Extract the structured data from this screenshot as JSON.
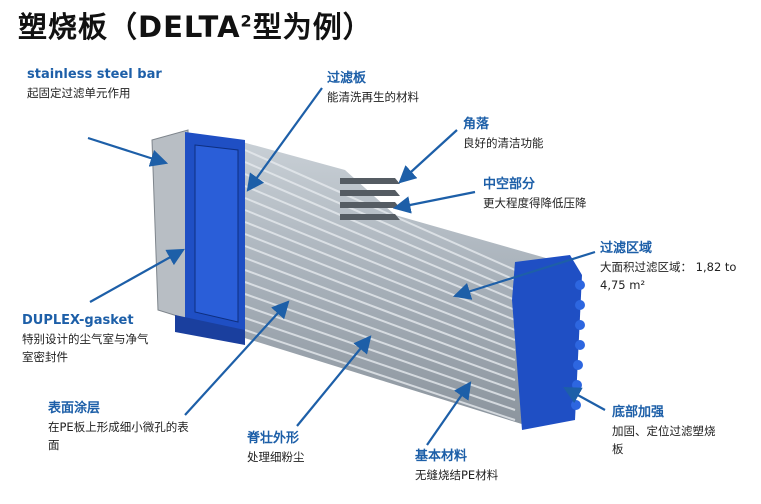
{
  "title": {
    "main": "塑烧板（DELTA",
    "sup": "2",
    "tail": "型为例）"
  },
  "colors": {
    "accent": "#1d5fa8",
    "frame_blue": "#1f4fc4",
    "metal": "#a9b2bb"
  },
  "labels": {
    "steel_bar": {
      "heading": "stainless steel bar",
      "lines": [
        "起固定过滤单元作用"
      ]
    },
    "filter_plate": {
      "heading": "过滤板",
      "lines": [
        "能清洗再生的材料"
      ]
    },
    "corner": {
      "heading": "角落",
      "lines": [
        "良好的清洁功能"
      ]
    },
    "hollow": {
      "heading": "中空部分",
      "lines": [
        "更大程度得降低压降"
      ]
    },
    "filter_area": {
      "heading": "过滤区域",
      "lines": [
        "大面积过滤区域： 1,82 to",
        "4,75 m²"
      ]
    },
    "gasket": {
      "heading": "DUPLEX-gasket",
      "lines": [
        "特别设计的尘气室与净气",
        "室密封件"
      ]
    },
    "coating": {
      "heading": "表面涂层",
      "lines": [
        "在PE板上形成细小微孔的表",
        "面"
      ]
    },
    "ridge": {
      "heading": "脊壮外形",
      "lines": [
        "处理细粉尘"
      ]
    },
    "base_material": {
      "heading": "基本材料",
      "lines": [
        "无缝烧结PE材料"
      ]
    },
    "bottom_reinforce": {
      "heading": "底部加强",
      "lines": [
        "加固、定位过滤塑烧",
        "板"
      ]
    }
  }
}
